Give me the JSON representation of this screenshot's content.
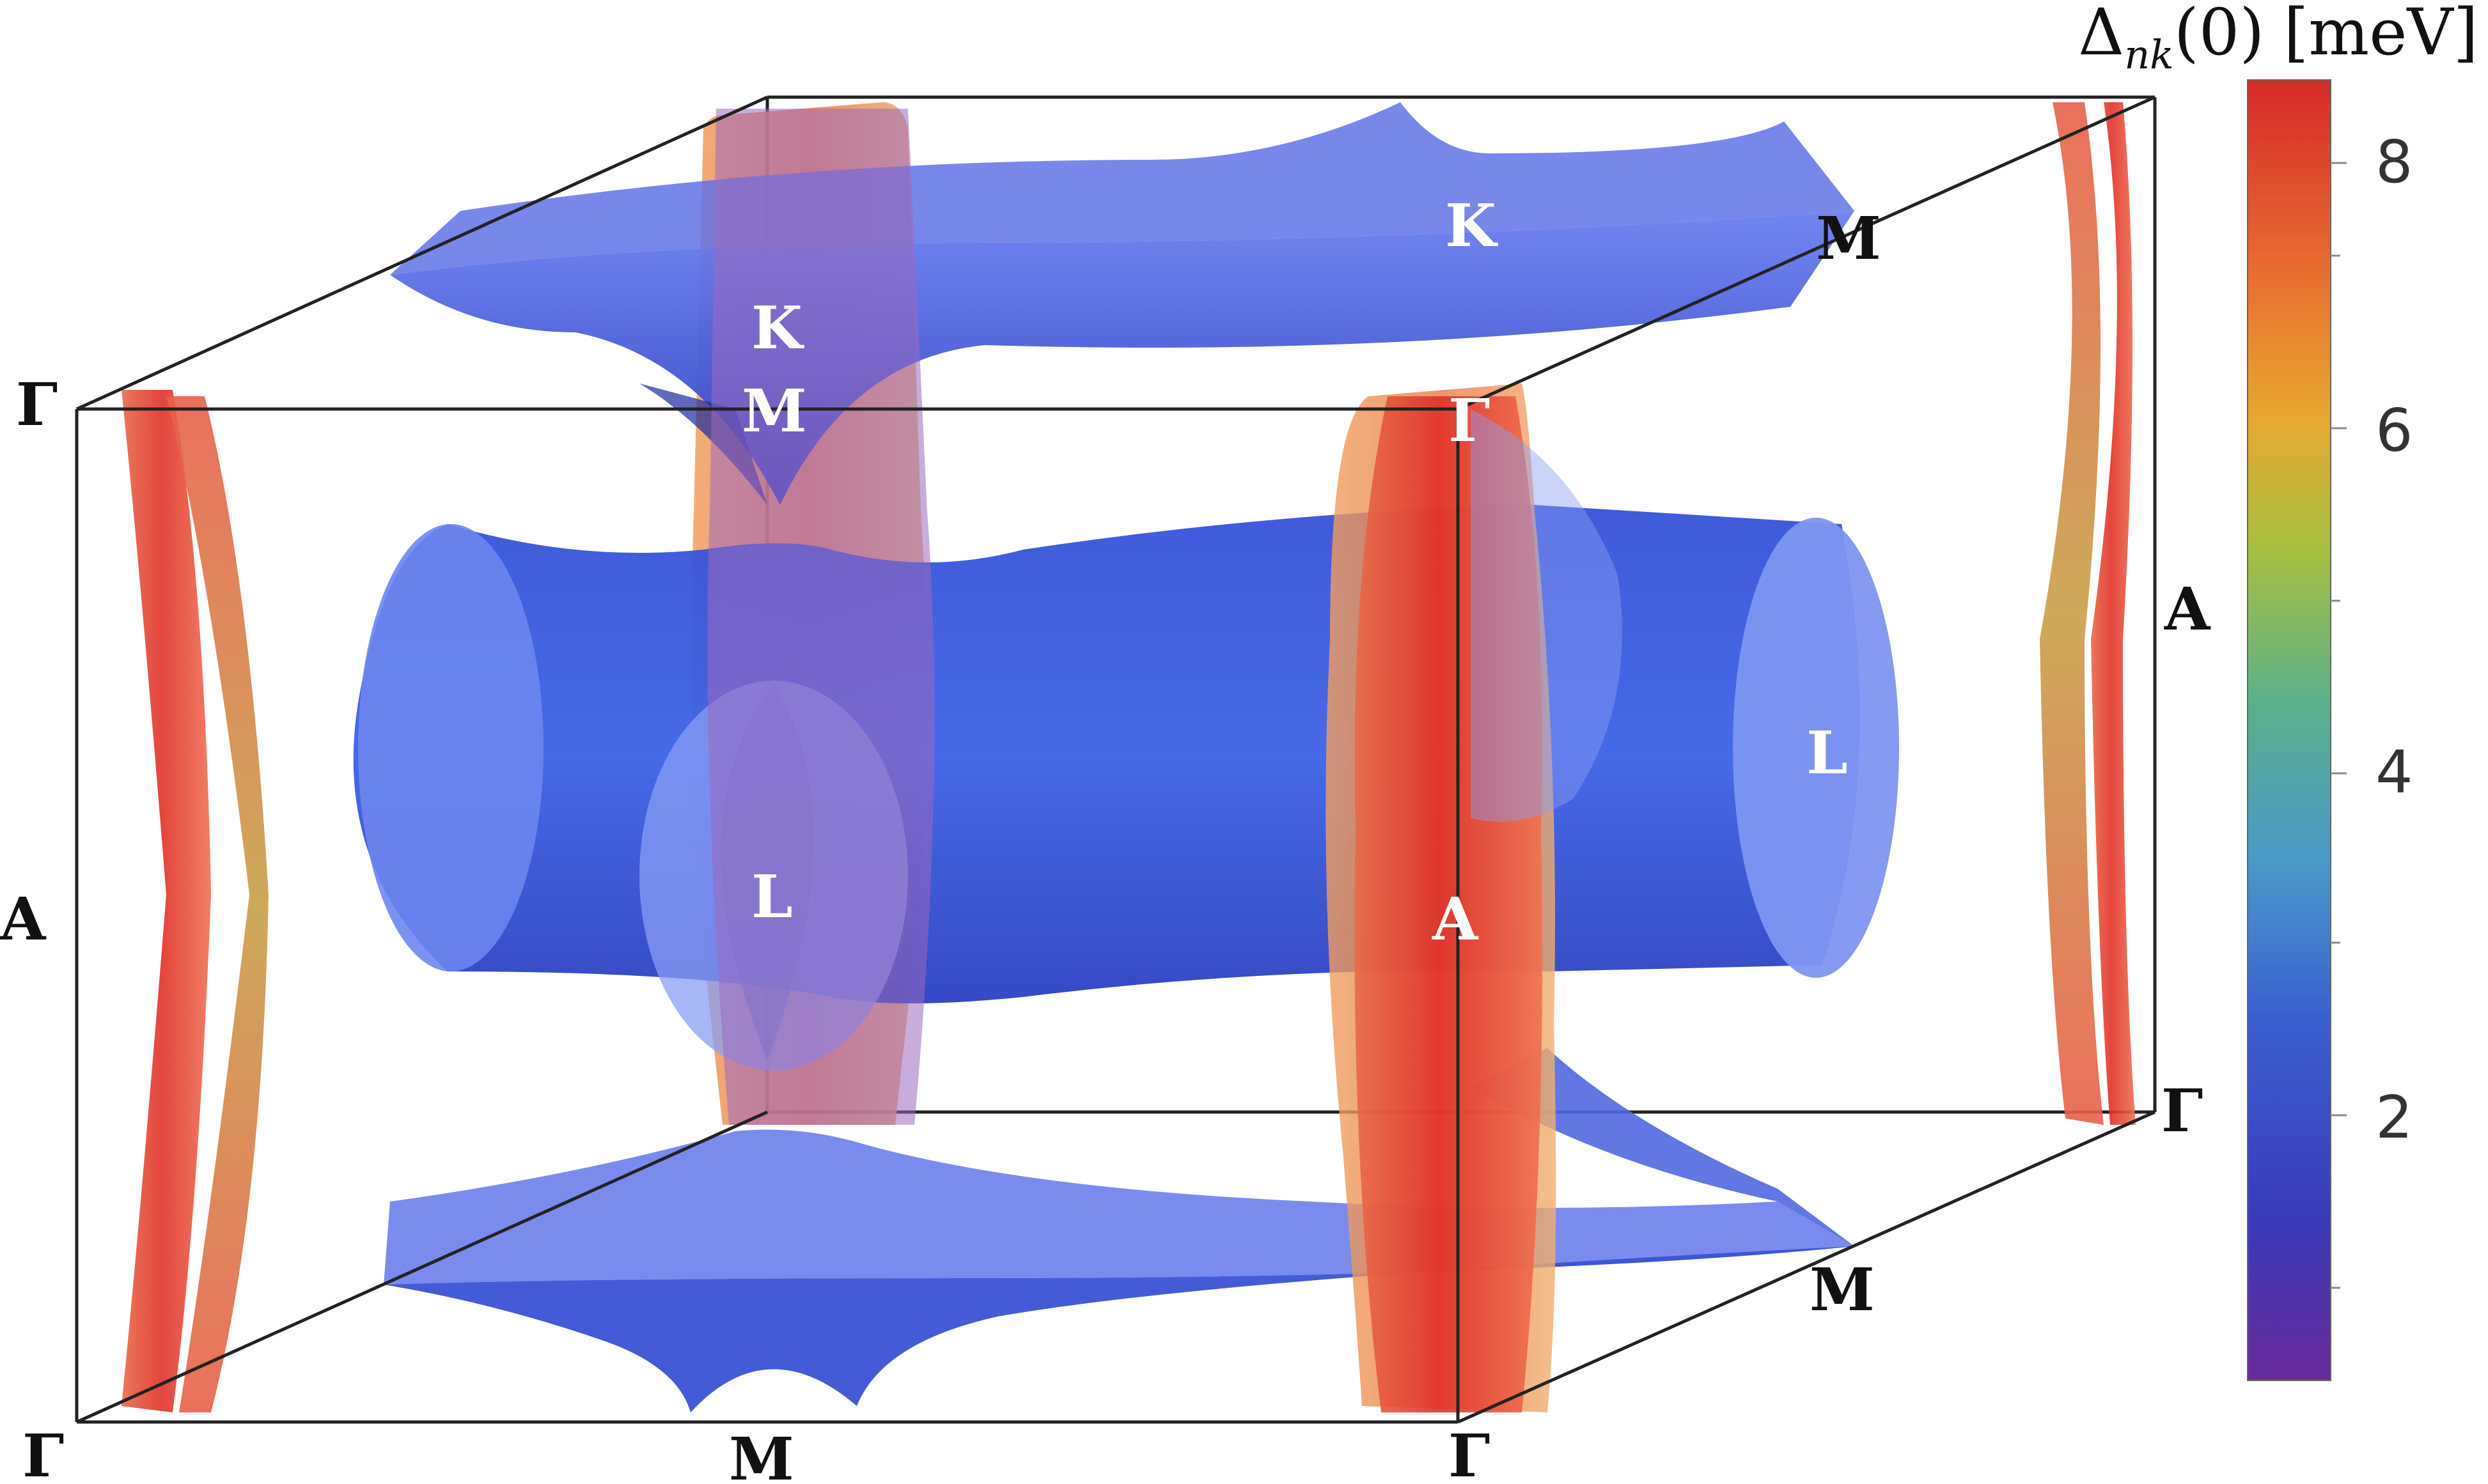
{
  "colorbar": {
    "title_main": "Δ",
    "title_sub": "nk",
    "title_arg": "(0)",
    "title_unit": "[meV]",
    "ticks": [
      "2",
      "4",
      "6",
      "8"
    ],
    "colors": [
      "#6a2a9a",
      "#3a48c8",
      "#4a8cc8",
      "#5aaa8a",
      "#a8c040",
      "#e8a030",
      "#e86a30",
      "#d42a28"
    ]
  },
  "symmetry_points": {
    "gamma": "Γ",
    "A": "A",
    "M": "M",
    "K": "K",
    "L": "L"
  },
  "surface_colors": {
    "blue_sheet": "#3d5ee0",
    "blue_dark": "#1c2aa0",
    "red_tube": "#e8523a",
    "orange_tube": "#f08a45"
  }
}
